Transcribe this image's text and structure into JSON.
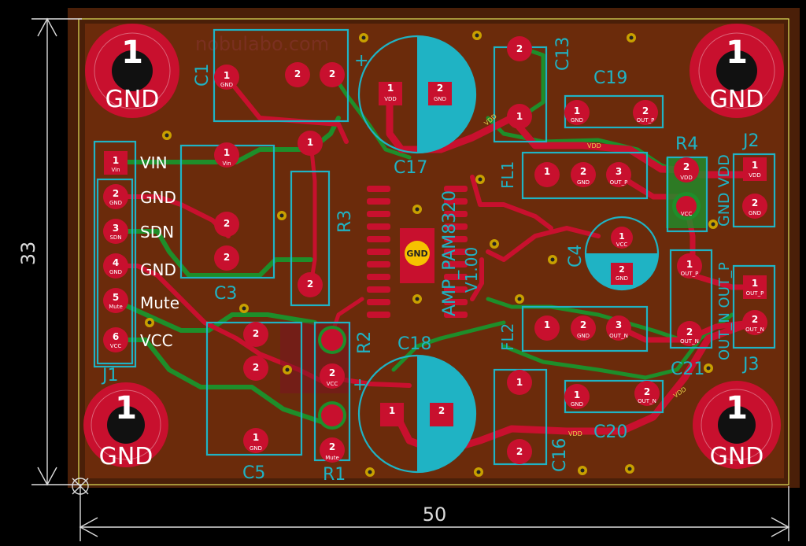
{
  "board": {
    "title_text": "nobulabo.com",
    "ic_label": "AMP_PAM8320",
    "ic_version": "V1.00",
    "center_pad_label": "GND",
    "colors": {
      "background": "#000000",
      "board_fill": "#6b2b0b",
      "front_copper": "#c8102e",
      "back_copper": "#1e8e2a",
      "silkscreen": "#1fb3c4",
      "pad": "#c8102e",
      "pad_highlight": "#f6c200",
      "net_label": "#e8d24a",
      "dimension": "#dcdcdc",
      "edge_cuts": "#e2e25a"
    }
  },
  "dimensions": {
    "width_value": "50",
    "height_value": "33"
  },
  "mounting_holes": [
    {
      "pin": "1",
      "net": "GND"
    },
    {
      "pin": "1",
      "net": "GND"
    },
    {
      "pin": "1",
      "net": "GND"
    },
    {
      "pin": "1",
      "net": "GND"
    }
  ],
  "j1": {
    "ref": "J1",
    "pins": [
      {
        "num": "1",
        "net": "Vin",
        "label": "VIN"
      },
      {
        "num": "2",
        "net": "GND",
        "label": "GND"
      },
      {
        "num": "3",
        "net": "SDN",
        "label": "SDN"
      },
      {
        "num": "4",
        "net": "GND",
        "label": "GND"
      },
      {
        "num": "5",
        "net": "Mute",
        "label": "Mute"
      },
      {
        "num": "6",
        "net": "VCC",
        "label": "VCC"
      }
    ]
  },
  "components": {
    "refs": [
      "C1",
      "C3",
      "C5",
      "R1",
      "R2",
      "R3",
      "C17",
      "C18",
      "C13",
      "C19",
      "FL1",
      "FL2",
      "C4",
      "R4",
      "C21",
      "C16",
      "C20",
      "J2",
      "J3"
    ],
    "side_labels": {
      "gnd_vdd": "GND VDD",
      "out_n_out_p": "OUT_N OUT_P"
    },
    "pad_nets": {
      "gnd": "GND",
      "vdd": "VDD",
      "vcc": "VCC",
      "out_p": "OUT_P",
      "out_n": "OUT_N",
      "mute": "Mute",
      "vin": "Vin"
    }
  }
}
